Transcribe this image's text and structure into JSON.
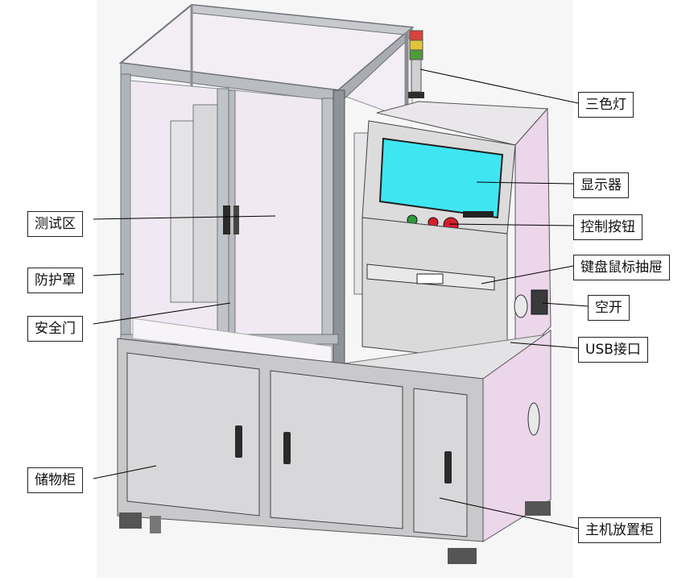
{
  "labels": {
    "tri_color_light": "三色灯",
    "display": "显示器",
    "control_buttons": "控制按钮",
    "keyboard_drawer": "键盘鼠标抽屉",
    "air_switch": "空开",
    "usb_port": "USB接口",
    "host_cabinet": "主机放置柜",
    "test_area": "测试区",
    "protective_cover": "防护罩",
    "safety_door": "安全门",
    "storage_cabinet": "储物柜"
  },
  "colors": {
    "frame": "#b9bcc0",
    "frame_dark": "#6f7378",
    "glass": "#f0e9f3",
    "pink_panel": "#ecd6ea",
    "gray_panel": "#dcdcdc",
    "screen": "#3ee6f2",
    "light_red": "#d9433a",
    "light_yellow": "#e2c33a",
    "light_green": "#4f9a3a",
    "button_green": "#2e9a3a",
    "button_red": "#d4202a"
  }
}
